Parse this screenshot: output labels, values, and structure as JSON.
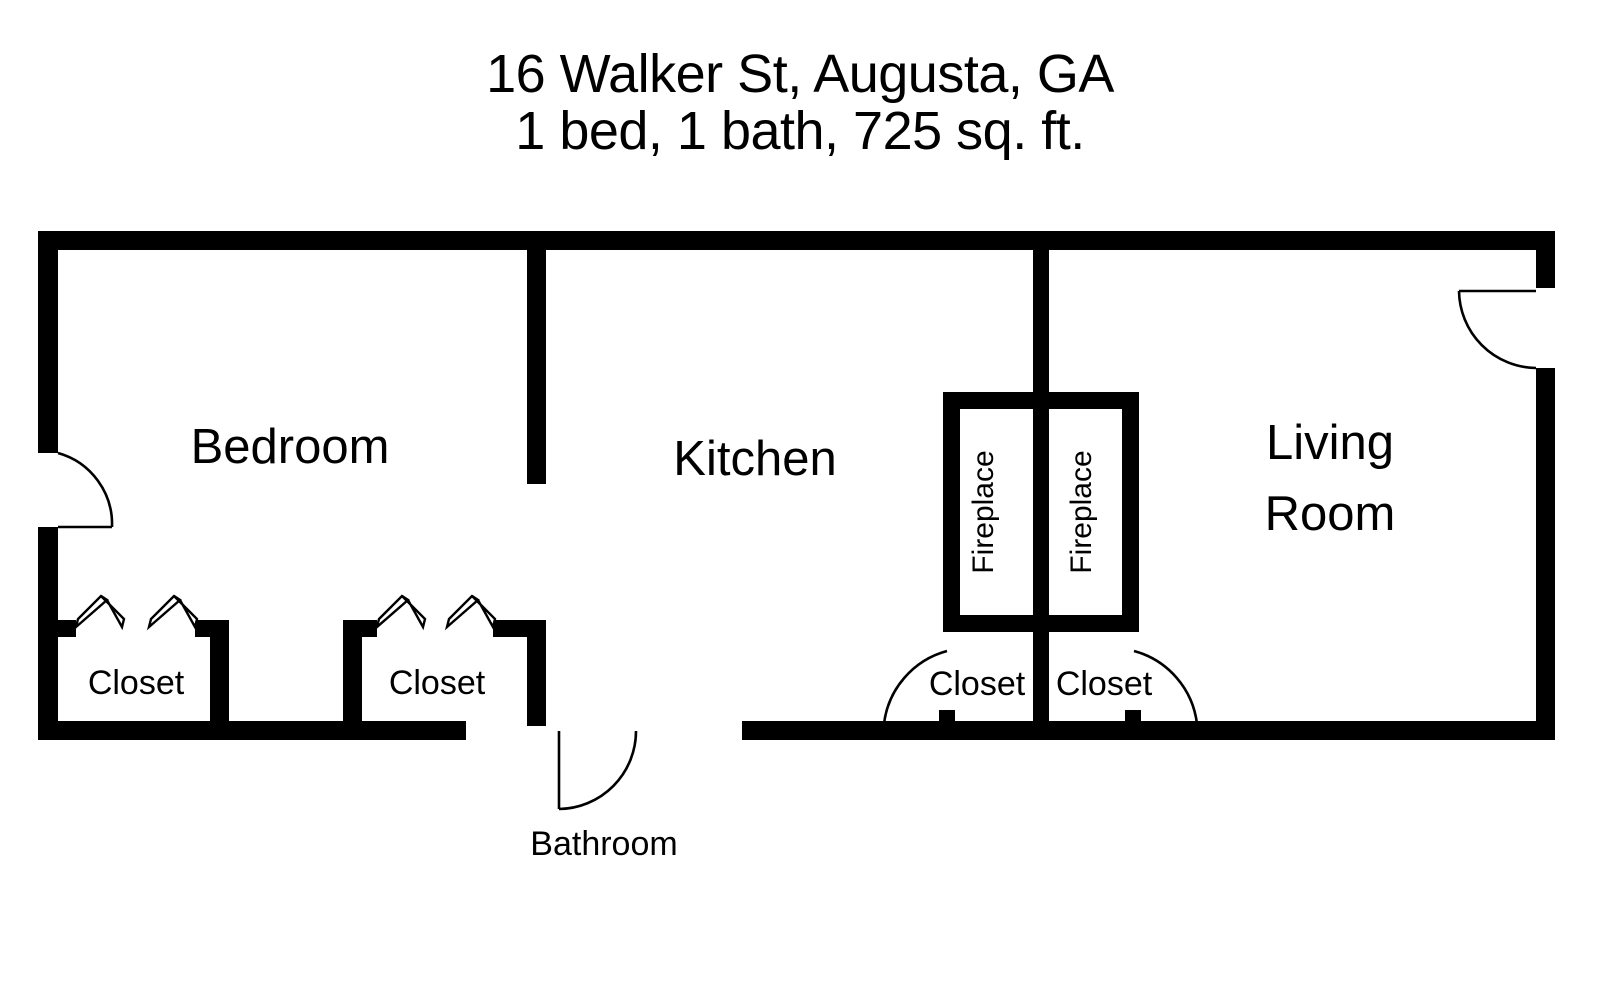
{
  "title": {
    "line1": "16 Walker St, Augusta, GA",
    "line2": "1 bed, 1 bath, 725 sq. ft."
  },
  "floorplan": {
    "address": "16 Walker St, Augusta, GA",
    "beds": 1,
    "baths": 1,
    "square_feet": 725,
    "wall_color": "#000000",
    "background_color": "#ffffff",
    "rooms": [
      {
        "id": "bedroom",
        "label": "Bedroom"
      },
      {
        "id": "kitchen",
        "label": "Kitchen"
      },
      {
        "id": "living-room",
        "label_line1": "Living",
        "label_line2": "Room"
      },
      {
        "id": "bathroom",
        "label": "Bathroom"
      },
      {
        "id": "closet-bedroom-left",
        "label": "Closet"
      },
      {
        "id": "closet-bedroom-right",
        "label": "Closet"
      },
      {
        "id": "closet-fireplace-left",
        "label": "Closet"
      },
      {
        "id": "closet-fireplace-right",
        "label": "Closet"
      },
      {
        "id": "fireplace-left",
        "label": "Fireplace"
      },
      {
        "id": "fireplace-right",
        "label": "Fireplace"
      }
    ]
  }
}
